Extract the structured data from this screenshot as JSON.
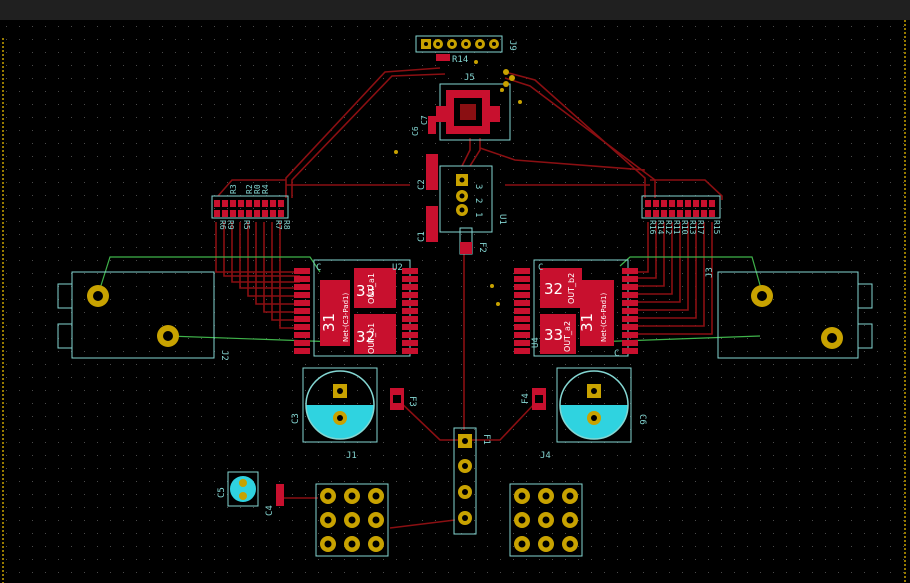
{
  "colors": {
    "background": "#000000",
    "board_edge": "#c8a200",
    "track": "#8a0f12",
    "pad_smd": "#c8102e",
    "pad_tht": "#c8a200",
    "silkscreen": "#84d6d2",
    "ratsnest_green": "#3fb24a"
  },
  "references": {
    "J1": "J1",
    "J2": "J2",
    "J3": "J3",
    "J4": "J4",
    "J5": "J5",
    "J9": "J9",
    "U1": "U1",
    "U2": "U2",
    "U4": "U4",
    "F1": "F1",
    "F2": "F2",
    "F3": "F3",
    "F4": "F4",
    "C1": "C1",
    "C2": "C2",
    "C3": "C3",
    "C4": "C4",
    "C5": "C5",
    "C6": "C6",
    "C7": "C7",
    "R14": "R14"
  },
  "resistor_labels_left_top": [
    "R3",
    "R2",
    "R0",
    "R4"
  ],
  "resistor_labels_left_bottom": [
    "R6",
    "R9",
    "R5",
    "R7",
    "R8"
  ],
  "resistor_labels_right_bottom": [
    "R16",
    "R14",
    "R12",
    "R11",
    "R10",
    "R13",
    "R17",
    "R15"
  ],
  "u1_pins": [
    "3",
    "2",
    "1"
  ],
  "driver_left": {
    "pad_a": "31",
    "pad_b": "33",
    "pad_c": "32",
    "net_big": "Net-(C3-Pad1)",
    "net_top": "OUT_a1",
    "net_bottom": "OUT_b1"
  },
  "driver_right": {
    "pad_a": "32",
    "pad_b": "31",
    "pad_c": "33",
    "net_big": "Net-(C6-Pad1)",
    "net_top": "OUT_b2",
    "net_bottom": "OUT_a2"
  }
}
